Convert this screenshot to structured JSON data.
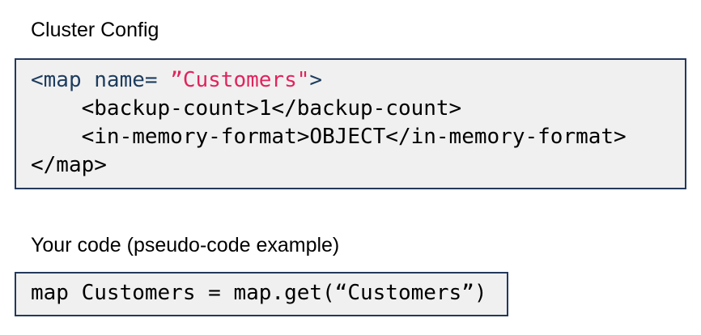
{
  "colors": {
    "code_background": "#f0f0f0",
    "code_border": "#24395c",
    "xml_tag_blue": "#1d3c5e",
    "string_red": "#e0245e",
    "text_black": "#000000",
    "page_background": "#ffffff"
  },
  "cluster_config": {
    "title": "Cluster Config",
    "code": {
      "line1_open": "<map name= ",
      "line1_string": "”Customers\"",
      "line1_close": ">",
      "line2": "    <backup-count>1</backup-count>",
      "line3": "    <in-memory-format>OBJECT</in-memory-format>",
      "line4": "</map>"
    }
  },
  "your_code": {
    "title": "Your code (pseudo-code example)",
    "code": "map Customers = map.get(“Customers”)"
  }
}
